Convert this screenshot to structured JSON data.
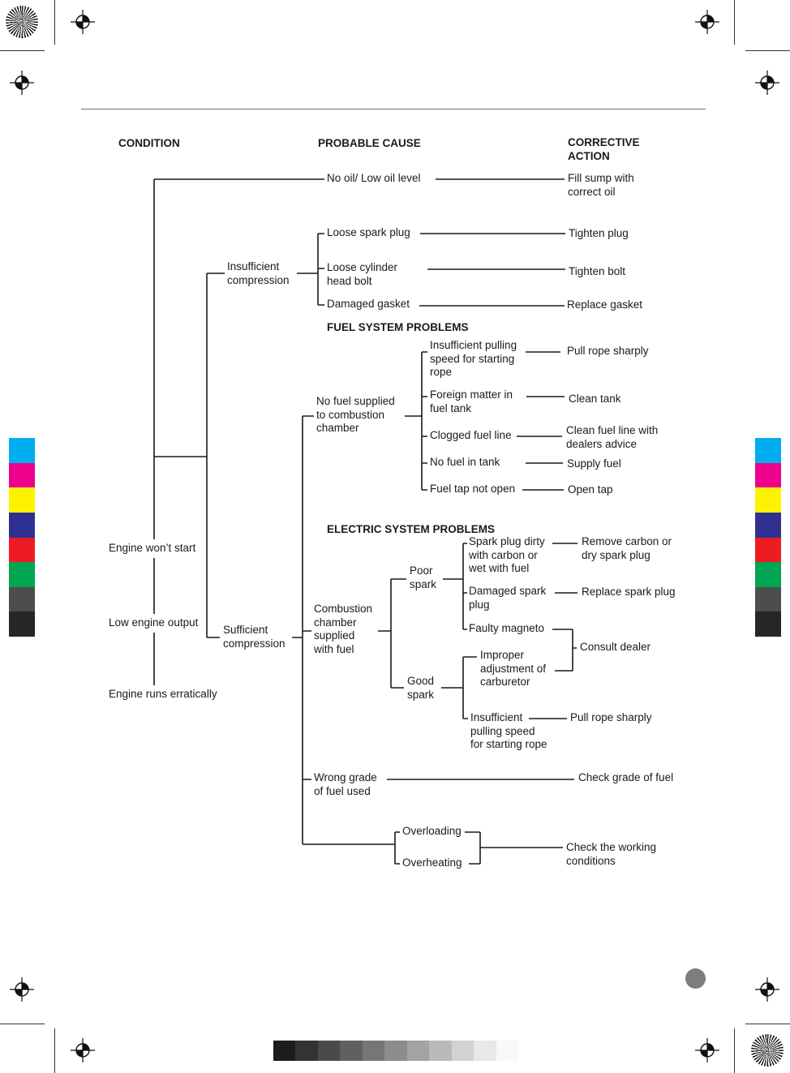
{
  "doc": {
    "headers": {
      "condition": "CONDITION",
      "probable_cause": "PROBABLE CAUSE",
      "corrective_action": "CORRECTIVE\nACTION"
    },
    "sections": {
      "fuel": "FUEL SYSTEM PROBLEMS",
      "electric": "ELECTRIC SYSTEM PROBLEMS"
    },
    "conditions": {
      "engine_wont_start": "Engine won’t start",
      "low_engine_output": "Low engine output",
      "engine_runs_erratically": "Engine runs erratically"
    },
    "causes": {
      "no_oil": "No oil/ Low oil level",
      "insufficient_compression": "Insufficient\ncompression",
      "sufficient_compression": "Sufficient\ncompression",
      "loose_spark_plug": "Loose spark plug",
      "loose_cylinder_head_bolt": "Loose cylinder\nhead bolt",
      "damaged_gasket": "Damaged gasket",
      "no_fuel_supplied": "No fuel supplied\nto combustion\nchamber",
      "insufficient_pulling": "Insufficient pulling\nspeed for starting\nrope",
      "foreign_matter": "Foreign matter in\nfuel tank",
      "clogged_fuel_line": "Clogged fuel line",
      "no_fuel_in_tank": "No fuel in tank",
      "fuel_tap_not_open": "Fuel tap not open",
      "combustion_chamber": "Combustion\nchamber\nsupplied\nwith fuel",
      "poor_spark": "Poor\nspark",
      "good_spark": "Good\nspark",
      "spark_plug_dirty": "Spark plug dirty\nwith carbon or\nwet with fuel",
      "damaged_spark_plug": "Damaged spark\nplug",
      "faulty_magneto": "Faulty magneto",
      "improper_adjustment": "Improper\nadjustment of\ncarburetor",
      "insufficient_pulling_2": "Insufficient\npulling speed\nfor starting rope",
      "wrong_grade": "Wrong grade\nof fuel used",
      "overloading": "Overloading",
      "overheating": "Overheating"
    },
    "actions": {
      "fill_sump": "Fill sump with\ncorrect oil",
      "tighten_plug": "Tighten plug",
      "tighten_bolt": "Tighten bolt",
      "replace_gasket": "Replace gasket",
      "pull_rope": "Pull rope sharply",
      "clean_tank": "Clean tank",
      "clean_fuel_line": "Clean fuel line with\ndealers advice",
      "supply_fuel": "Supply fuel",
      "open_tap": "Open tap",
      "remove_carbon": "Remove carbon or\ndry spark plug",
      "replace_spark_plug": "Replace spark plug",
      "consult_dealer": "Consult dealer",
      "pull_rope_2": "Pull rope sharply",
      "check_grade": "Check grade of fuel",
      "check_working": "Check the working\nconditions"
    },
    "print_marks": {
      "color_bar": [
        "#00AEEF",
        "#EC008C",
        "#FFF200",
        "#2E3192",
        "#ED1C24",
        "#00A651",
        "#4D4D4D",
        "#262626"
      ],
      "grayscale_bar": [
        "#1C1C1C",
        "#333333",
        "#4A4A4A",
        "#606060",
        "#767676",
        "#8C8C8C",
        "#A3A3A3",
        "#BABABA",
        "#D2D2D2",
        "#E8E8E8",
        "#F8F8F8"
      ]
    }
  }
}
